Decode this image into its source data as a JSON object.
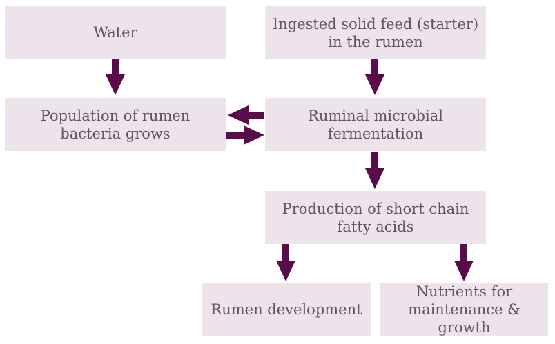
{
  "boxes": {
    "water": "Water",
    "feed": "Ingested solid feed (starter)\nin the rumen",
    "population": "Population of rumen\nbacteria grows",
    "fermentation": "Ruminal microbial\nfermentation",
    "scfa": "Production of short chain\nfatty acids",
    "rumen_dev": "Rumen development",
    "nutrients": "Nutrients for\nmaintenance & growth"
  },
  "colors": {
    "box_fill": "#ede3ea",
    "text": "#5e5560",
    "arrow": "#5a0c4a"
  }
}
